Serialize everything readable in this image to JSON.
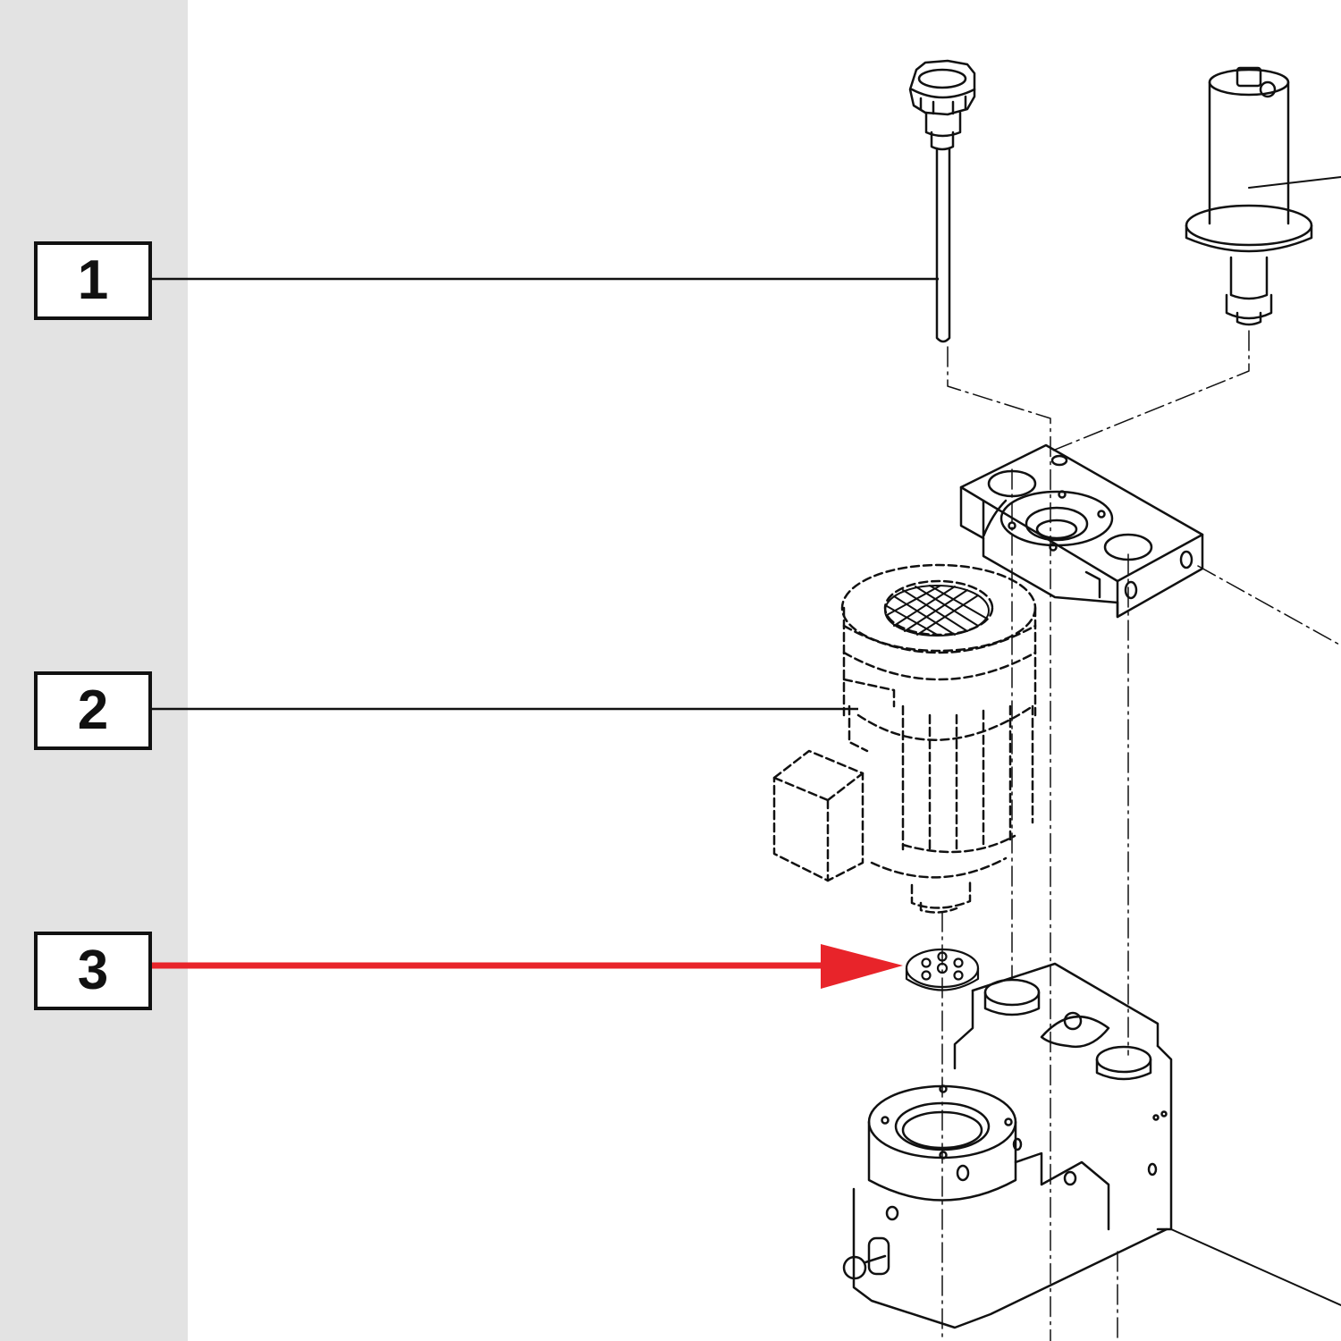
{
  "callouts": [
    {
      "id": "1",
      "label": "1"
    },
    {
      "id": "2",
      "label": "2"
    },
    {
      "id": "3",
      "label": "3"
    }
  ],
  "colors": {
    "sidebar": "#e3e3e3",
    "line": "#111111",
    "highlight_arrow": "#e8242a",
    "background": "#ffffff"
  },
  "highlighted_callout": "3"
}
